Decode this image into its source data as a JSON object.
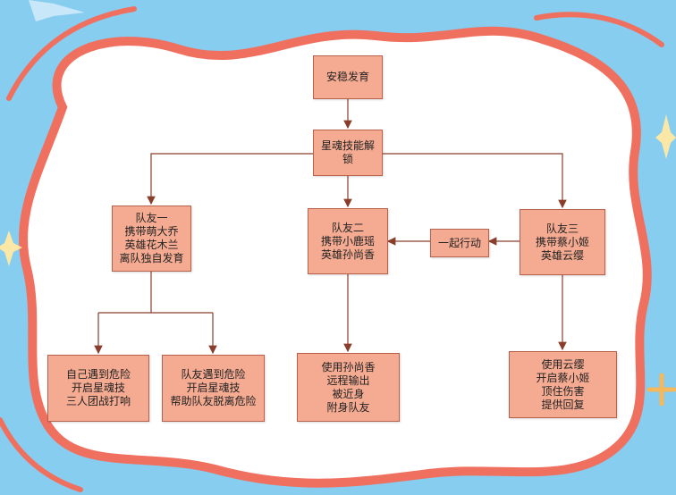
{
  "colors": {
    "background": "#86cdf0",
    "frame_fill": "#ffffff",
    "frame_stroke": "#f07060",
    "node_fill": "#f5ab92",
    "node_border": "#b8604a",
    "connector": "#8a3d2a",
    "sparkle": "#fbe7a6"
  },
  "nodes": {
    "root": {
      "lines": [
        "安稳发育"
      ]
    },
    "unlock": {
      "lines": [
        "星魂技能解",
        "锁"
      ]
    },
    "teammate1": {
      "lines": [
        "队友一",
        "携带萌大乔",
        "英雄花木兰",
        "离队独自发育"
      ]
    },
    "teammate2": {
      "lines": [
        "队友二",
        "携带小鹿瑶",
        "英雄孙尚香"
      ]
    },
    "together": {
      "lines": [
        "一起行动"
      ]
    },
    "teammate3": {
      "lines": [
        "队友三",
        "携带蔡小姬",
        "英雄云缨"
      ]
    },
    "self_danger": {
      "lines": [
        "自己遇到危险",
        "开启星魂技",
        "三人团战打响"
      ]
    },
    "ally_danger": {
      "lines": [
        "队友遇到危险",
        "开启星魂技",
        "帮助队友脱离危险"
      ]
    },
    "use_sunshangxiang": {
      "lines": [
        "使用孙尚香",
        "远程输出",
        "被近身",
        "附身队友"
      ]
    },
    "use_yunying": {
      "lines": [
        "使用云缨",
        "开启蔡小姬",
        "顶住伤害",
        "提供回复"
      ]
    }
  }
}
